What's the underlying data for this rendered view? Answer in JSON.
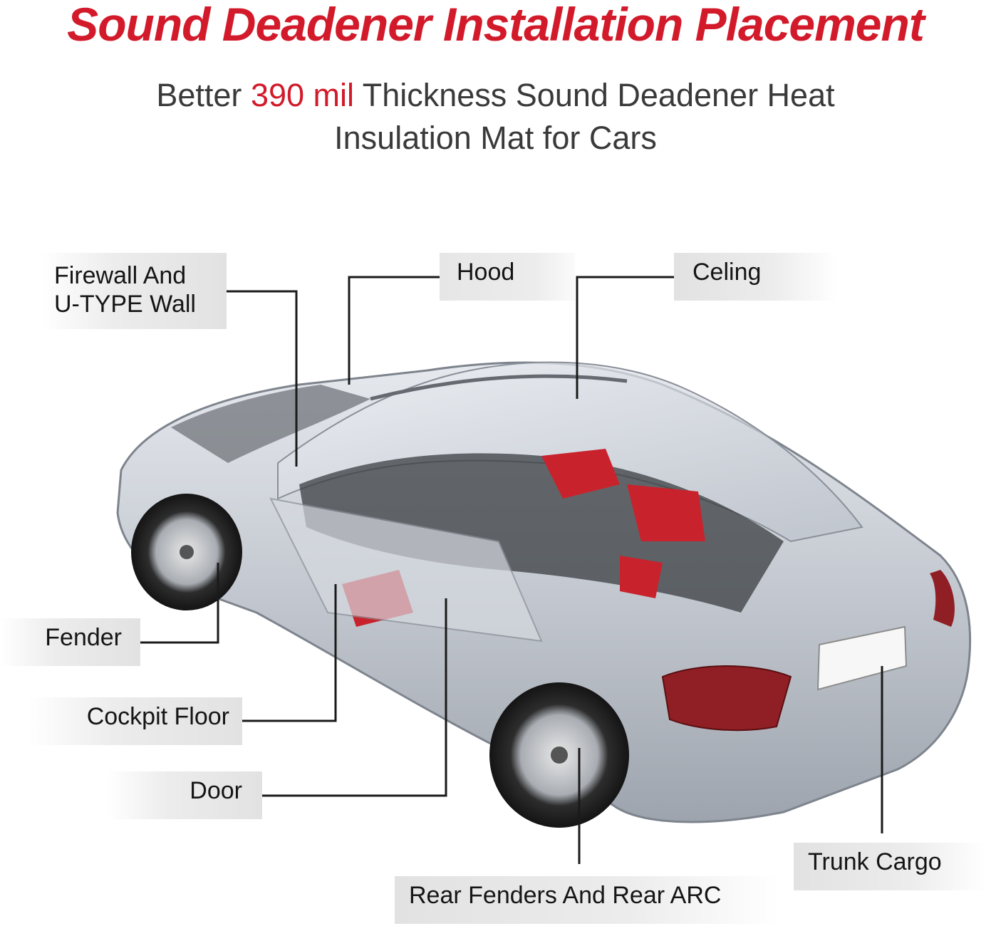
{
  "title": "Sound Deadener Installation Placement",
  "subtitle": {
    "before": "Better",
    "accent": "390 mil",
    "after_line1": "Thickness Sound Deadener Heat",
    "line2": "Insulation Mat  for Cars"
  },
  "labels": {
    "firewall_line1": "Firewall And",
    "firewall_line2": "U-TYPE Wall",
    "hood": "Hood",
    "ceiling": "Celing",
    "fender": "Fender",
    "cockpit_floor": "Cockpit Floor",
    "door": "Door",
    "trunk_cargo": "Trunk Cargo",
    "rear_fenders": "Rear Fenders And Rear ARC"
  },
  "colors": {
    "accent": "#d21a2a",
    "seat_red": "#c8232c",
    "car_silver": "#c9ced6"
  }
}
